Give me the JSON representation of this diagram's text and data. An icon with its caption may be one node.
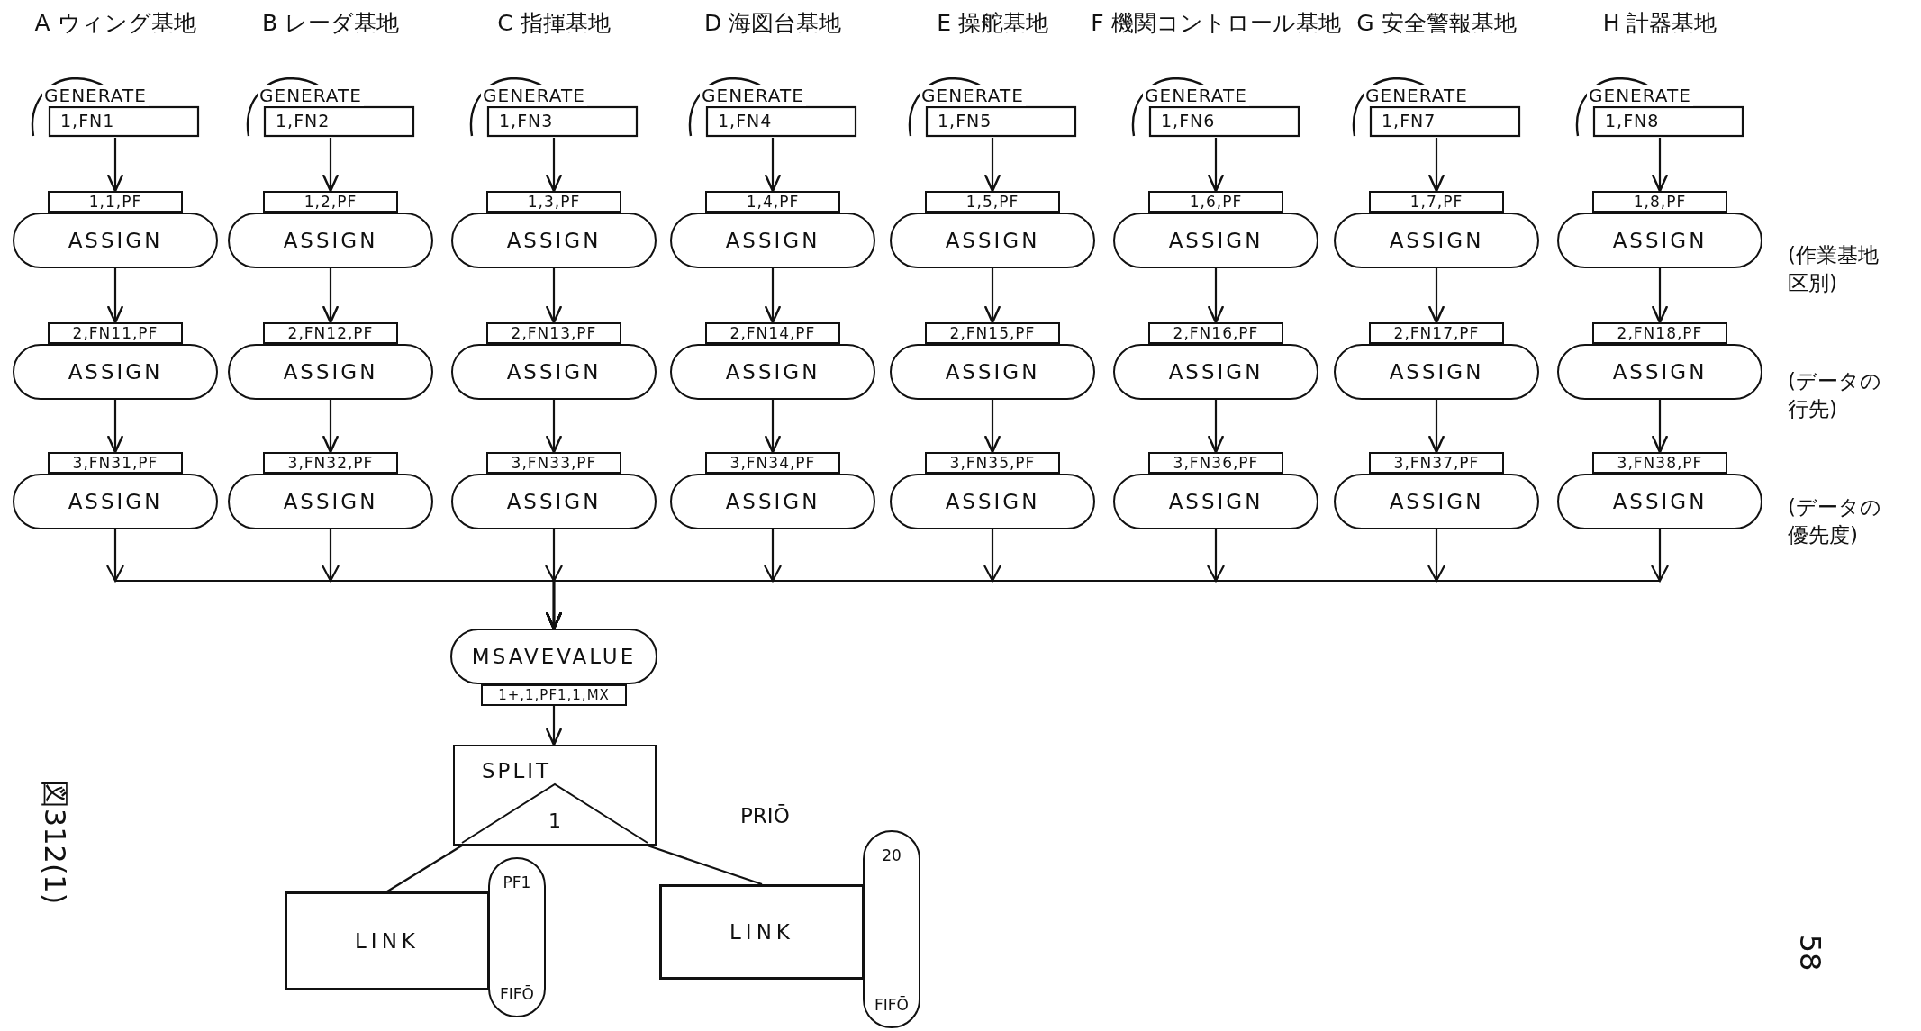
{
  "diagram": {
    "nodes": [
      {
        "text": [
          "GENERATE",
          "1,FN1"
        ],
        "beside": [
          "A ウィング基地"
        ]
      },
      {
        "text": [
          "1,1,PF",
          "ASSIGN"
        ]
      },
      {
        "text": [
          "2,FN11,PF",
          "ASSIGN"
        ]
      },
      {
        "text": [
          "3,FN31,PF",
          "ASSIGN"
        ]
      },
      {
        "text": [
          "GENERATE",
          "1,FN2"
        ],
        "beside": [
          "B レーダ基地"
        ]
      },
      {
        "text": [
          "1,2,PF",
          "ASSIGN"
        ]
      },
      {
        "text": [
          "2,FN12,PF",
          "ASSIGN"
        ]
      },
      {
        "text": [
          "3,FN32,PF",
          "ASSIGN"
        ]
      },
      {
        "text": [
          "GENERATE",
          "1,FN3"
        ],
        "beside": [
          "C 指揮基地"
        ]
      },
      {
        "text": [
          "1,3,PF",
          "ASSIGN"
        ]
      },
      {
        "text": [
          "2,FN13,PF",
          "ASSIGN"
        ]
      },
      {
        "text": [
          "3,FN33,PF",
          "ASSIGN"
        ]
      },
      {
        "text": [
          "GENERATE",
          "1,FN4"
        ],
        "beside": [
          "D 海図台基地"
        ]
      },
      {
        "text": [
          "1,4,PF",
          "ASSIGN"
        ]
      },
      {
        "text": [
          "2,FN14,PF",
          "ASSIGN"
        ]
      },
      {
        "text": [
          "3,FN34,PF",
          "ASSIGN"
        ]
      },
      {
        "text": [
          "GENERATE",
          "1,FN5"
        ],
        "beside": [
          "E 操舵基地"
        ]
      },
      {
        "text": [
          "1,5,PF",
          "ASSIGN"
        ]
      },
      {
        "text": [
          "2,FN15,PF",
          "ASSIGN"
        ]
      },
      {
        "text": [
          "3,FN35,PF",
          "ASSIGN"
        ]
      },
      {
        "text": [
          "GENERATE",
          "1,FN6"
        ],
        "beside": [
          "F 機関コントロール基地"
        ]
      },
      {
        "text": [
          "1,6,PF",
          "ASSIGN"
        ]
      },
      {
        "text": [
          "2,FN16,PF",
          "ASSIGN"
        ]
      },
      {
        "text": [
          "3,FN36,PF",
          "ASSIGN"
        ]
      },
      {
        "text": [
          "GENERATE",
          "1,FN7"
        ],
        "beside": [
          "G 安全警報基地"
        ]
      },
      {
        "text": [
          "1,7,PF",
          "ASSIGN"
        ]
      },
      {
        "text": [
          "2,FN17,PF",
          "ASSIGN"
        ]
      },
      {
        "text": [
          "3,FN37,PF",
          "ASSIGN"
        ]
      },
      {
        "text": [
          "GENERATE",
          "1,FN8"
        ],
        "beside": [
          "H 計器基地"
        ]
      },
      {
        "text": [
          "1,8,PF",
          "ASSIGN"
        ]
      },
      {
        "text": [
          "2,FN18,PF",
          "ASSIGN"
        ]
      },
      {
        "text": [
          "3,FN38,PF",
          "ASSIGN"
        ]
      },
      {
        "text": [
          "MSAVEVALUE",
          "1+,1,PF1,1,MX"
        ]
      },
      {
        "text": [
          "SPLIT",
          "1"
        ]
      },
      {
        "text": [
          "LINK"
        ]
      },
      {
        "text": [
          "PF1",
          "FIFŌ"
        ]
      },
      {
        "text": [
          "LINK"
        ]
      },
      {
        "text": [
          "20",
          "FIFŌ"
        ]
      }
    ],
    "edges": [
      {
        "from": 0,
        "to": 1,
        "arrow": "to"
      },
      {
        "from": 1,
        "to": 2,
        "arrow": "to"
      },
      {
        "from": 2,
        "to": 3,
        "arrow": "to"
      },
      {
        "from": 4,
        "to": 5,
        "arrow": "to"
      },
      {
        "from": 5,
        "to": 6,
        "arrow": "to"
      },
      {
        "from": 6,
        "to": 7,
        "arrow": "to"
      },
      {
        "from": 8,
        "to": 9,
        "arrow": "to"
      },
      {
        "from": 9,
        "to": 10,
        "arrow": "to"
      },
      {
        "from": 10,
        "to": 11,
        "arrow": "to"
      },
      {
        "from": 12,
        "to": 13,
        "arrow": "to"
      },
      {
        "from": 13,
        "to": 14,
        "arrow": "to"
      },
      {
        "from": 14,
        "to": 15,
        "arrow": "to"
      },
      {
        "from": 16,
        "to": 17,
        "arrow": "to"
      },
      {
        "from": 17,
        "to": 18,
        "arrow": "to"
      },
      {
        "from": 18,
        "to": 19,
        "arrow": "to"
      },
      {
        "from": 20,
        "to": 21,
        "arrow": "to"
      },
      {
        "from": 21,
        "to": 22,
        "arrow": "to"
      },
      {
        "from": 22,
        "to": 23,
        "arrow": "to"
      },
      {
        "from": 24,
        "to": 25,
        "arrow": "to"
      },
      {
        "from": 25,
        "to": 26,
        "arrow": "to"
      },
      {
        "from": 26,
        "to": 27,
        "arrow": "to"
      },
      {
        "from": 28,
        "to": 29,
        "arrow": "to"
      },
      {
        "from": 29,
        "to": 30,
        "arrow": "to"
      },
      {
        "from": 30,
        "to": 31,
        "arrow": "to"
      },
      {
        "from": 3,
        "to": 32,
        "arrow": "to"
      },
      {
        "from": 7,
        "to": 32,
        "arrow": "to"
      },
      {
        "from": 11,
        "to": 32,
        "arrow": "to"
      },
      {
        "from": 15,
        "to": 32,
        "arrow": "to"
      },
      {
        "from": 19,
        "to": 32,
        "arrow": "to"
      },
      {
        "from": 23,
        "to": 32,
        "arrow": "to"
      },
      {
        "from": 27,
        "to": 32,
        "arrow": "to"
      },
      {
        "from": 31,
        "to": 32,
        "arrow": "to"
      },
      {
        "from": 32,
        "to": 33,
        "arrow": "to"
      },
      {
        "from": 33,
        "to": 34,
        "arrow": "none"
      },
      {
        "from": 33,
        "to": 36,
        "arrow": "none"
      }
    ],
    "labels": [
      "(作業基地区別)",
      "(データの行先)",
      "(データの優先度)",
      "PRIŌ",
      "図312(1)",
      "58"
    ]
  }
}
